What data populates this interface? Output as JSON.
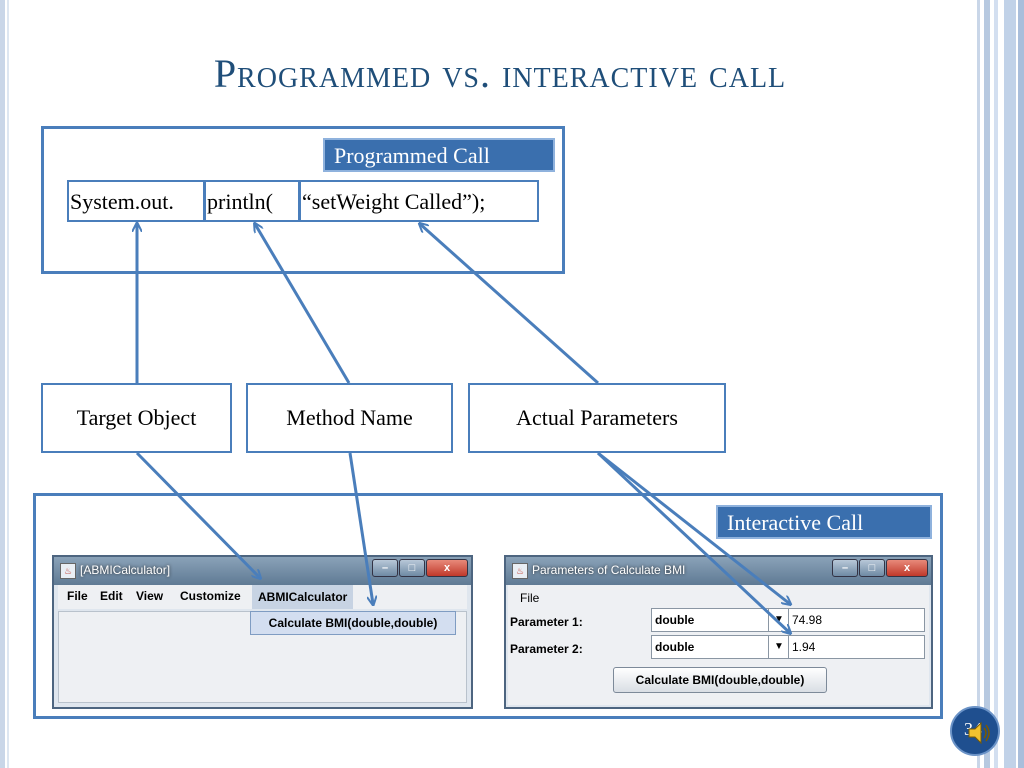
{
  "slide": {
    "title": "Programmed vs. interactive call",
    "page_number": "34",
    "colors": {
      "accent": "#4a7ebb",
      "title": "#1f4e79",
      "label_fill": "#3a6fae"
    }
  },
  "programmed": {
    "label": "Programmed Call",
    "code_parts": [
      "System.out.",
      "println(",
      "“setWeight Called”);"
    ]
  },
  "roles": {
    "target": "Target Object",
    "method": "Method Name",
    "params": "Actual Parameters"
  },
  "interactive": {
    "label": "Interactive Call"
  },
  "window1": {
    "title": "[ABMICalculator]",
    "menu": [
      "File",
      "Edit",
      "View",
      "Customize",
      "ABMICalculator"
    ],
    "dropdown_item": "Calculate BMI(double,double)"
  },
  "window2": {
    "title": "Parameters of Calculate BMI",
    "menu": [
      "File"
    ],
    "rows": [
      {
        "label": "Parameter 1:",
        "type": "double",
        "value": "74.98"
      },
      {
        "label": "Parameter 2:",
        "type": "double",
        "value": "1.94"
      }
    ],
    "button": "Calculate BMI(double,double)"
  },
  "icons": {
    "window_app": "java-icon",
    "audio": "speaker-icon"
  }
}
